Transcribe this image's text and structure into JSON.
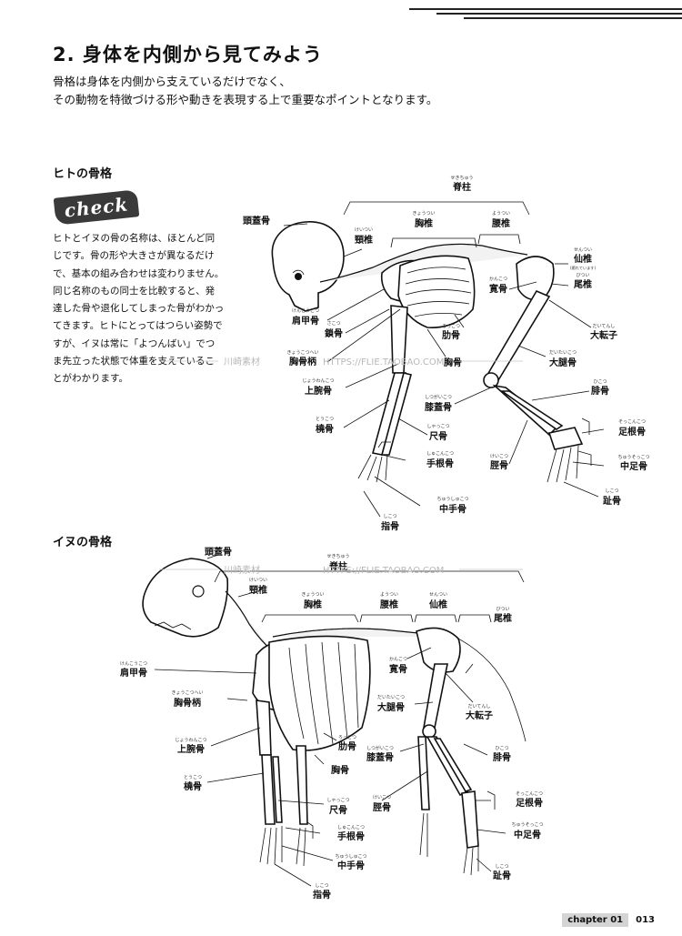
{
  "page": {
    "title": "2. 身体を内側から見てみよう",
    "intro": [
      "骨格は身体を内側から支えているだけでなく、",
      "その動物を特徴づける形や動きを表現する上で重要なポイントとなります。"
    ],
    "human_section_title": "ヒトの骨格",
    "dog_section_title": "イヌの骨格",
    "check_label": "check",
    "check_text": [
      "ヒトとイヌの骨の名称は、ほとんど同",
      "じです。骨の形や大きさが異なるだけ",
      "で、基本の組み合わせは変わりません。",
      "同じ名称のもの同士を比較すると、発",
      "達した骨や退化してしまった骨がわかっ",
      "てきます。ヒトにとってはつらい姿勢で",
      "すが、イヌは常に「よつんばい」でつ",
      "ま先立った状態で体重を支えているこ",
      "とがわかります。"
    ],
    "watermark_1": "川崎素材",
    "watermark_2": "HTTPS://FLIE.TAOBAO.COM",
    "watermark_3": "川崎素材",
    "watermark_4": "HTTPS://FLIE.TAOBAO.COM",
    "footer_chapter": "chapter 01",
    "footer_page": "013"
  },
  "human_labels": [
    {
      "name": "脊柱",
      "ruby": "せきちゅう",
      "note": ""
    },
    {
      "name": "頭蓋骨",
      "ruby": "",
      "note": ""
    },
    {
      "name": "胸椎",
      "ruby": "きょうつい",
      "note": ""
    },
    {
      "name": "腰椎",
      "ruby": "ようつい",
      "note": ""
    },
    {
      "name": "頸椎",
      "ruby": "けいつい",
      "note": ""
    },
    {
      "name": "仙椎",
      "ruby": "せんつい",
      "note": "(癒れています)"
    },
    {
      "name": "尾椎",
      "ruby": "びつい",
      "note": ""
    },
    {
      "name": "寛骨",
      "ruby": "かんこつ",
      "note": ""
    },
    {
      "name": "肩甲骨",
      "ruby": "けんこうこつ",
      "note": ""
    },
    {
      "name": "鎖骨",
      "ruby": "さこつ",
      "note": ""
    },
    {
      "name": "肋骨",
      "ruby": "ろっこつ",
      "note": ""
    },
    {
      "name": "大転子",
      "ruby": "だいてんし",
      "note": ""
    },
    {
      "name": "胸骨柄",
      "ruby": "きょうこつへい",
      "note": ""
    },
    {
      "name": "胸骨",
      "ruby": "",
      "note": ""
    },
    {
      "name": "大腿骨",
      "ruby": "だいたいこつ",
      "note": ""
    },
    {
      "name": "上腕骨",
      "ruby": "じょうわんこつ",
      "note": ""
    },
    {
      "name": "膝蓋骨",
      "ruby": "しつがいこつ",
      "note": ""
    },
    {
      "name": "腓骨",
      "ruby": "ひこつ",
      "note": ""
    },
    {
      "name": "橈骨",
      "ruby": "とうこつ",
      "note": ""
    },
    {
      "name": "尺骨",
      "ruby": "しゃっこつ",
      "note": ""
    },
    {
      "name": "足根骨",
      "ruby": "そっこんこつ",
      "note": ""
    },
    {
      "name": "手根骨",
      "ruby": "しゅこんこつ",
      "note": ""
    },
    {
      "name": "脛骨",
      "ruby": "けいこつ",
      "note": ""
    },
    {
      "name": "中足骨",
      "ruby": "ちゅうそっこつ",
      "note": ""
    },
    {
      "name": "中手骨",
      "ruby": "ちゅうしゅこつ",
      "note": ""
    },
    {
      "name": "趾骨",
      "ruby": "しこつ",
      "note": ""
    },
    {
      "name": "指骨",
      "ruby": "しこつ",
      "note": ""
    }
  ],
  "dog_labels": [
    {
      "name": "頭蓋骨",
      "ruby": ""
    },
    {
      "name": "脊柱",
      "ruby": "せきちゅう"
    },
    {
      "name": "頸椎",
      "ruby": "けいつい"
    },
    {
      "name": "胸椎",
      "ruby": "きょうつい"
    },
    {
      "name": "腰椎",
      "ruby": "ようつい"
    },
    {
      "name": "仙椎",
      "ruby": "せんつい"
    },
    {
      "name": "尾椎",
      "ruby": "びつい"
    },
    {
      "name": "肩甲骨",
      "ruby": "けんこうこつ"
    },
    {
      "name": "寛骨",
      "ruby": "かんこつ"
    },
    {
      "name": "胸骨柄",
      "ruby": "きょうこつへい"
    },
    {
      "name": "大腿骨",
      "ruby": "だいたいこつ"
    },
    {
      "name": "大転子",
      "ruby": "だいてんし"
    },
    {
      "name": "肋骨",
      "ruby": "ろっこつ"
    },
    {
      "name": "上腕骨",
      "ruby": "じょうわんこつ"
    },
    {
      "name": "膝蓋骨",
      "ruby": "しつがいこつ"
    },
    {
      "name": "腓骨",
      "ruby": "ひこつ"
    },
    {
      "name": "胸骨",
      "ruby": ""
    },
    {
      "name": "橈骨",
      "ruby": "とうこつ"
    },
    {
      "name": "脛骨",
      "ruby": "けいこつ"
    },
    {
      "name": "足根骨",
      "ruby": "そっこんこつ"
    },
    {
      "name": "尺骨",
      "ruby": "しゃっこつ"
    },
    {
      "name": "手根骨",
      "ruby": "しゅこんこつ"
    },
    {
      "name": "中足骨",
      "ruby": "ちゅうそっこつ"
    },
    {
      "name": "中手骨",
      "ruby": "ちゅうしゅこつ"
    },
    {
      "name": "趾骨",
      "ruby": "しこつ"
    },
    {
      "name": "指骨",
      "ruby": "しこつ"
    }
  ]
}
